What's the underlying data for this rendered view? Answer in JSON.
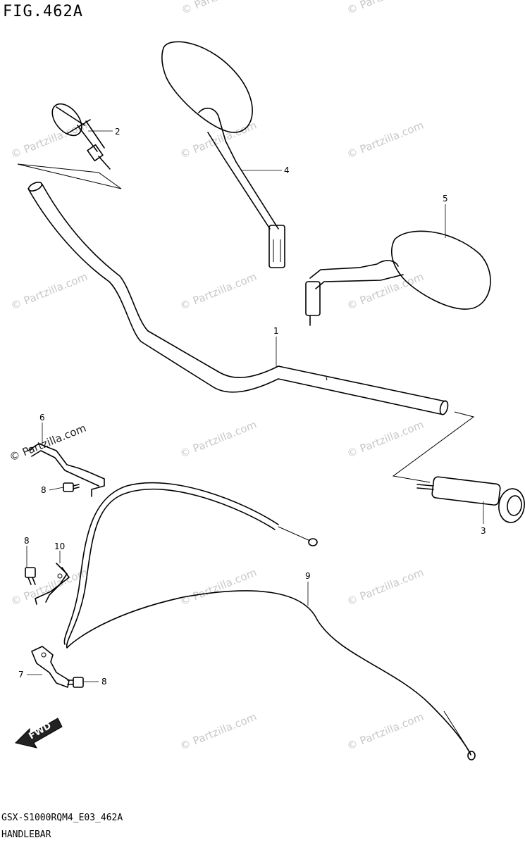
{
  "figure": {
    "title": "FIG.462A",
    "code": "GSX-S1000RQM4_E03_462A",
    "name": "HANDLEBAR"
  },
  "callouts": [
    "1",
    "2",
    "3",
    "4",
    "5",
    "6",
    "7",
    "8",
    "8",
    "8",
    "9",
    "10"
  ],
  "watermark": {
    "text": "© Partzilla.com",
    "color": "#c8c8c8"
  },
  "direction_marker": {
    "label": "FWD",
    "icon": "fwd-arrow-icon"
  }
}
